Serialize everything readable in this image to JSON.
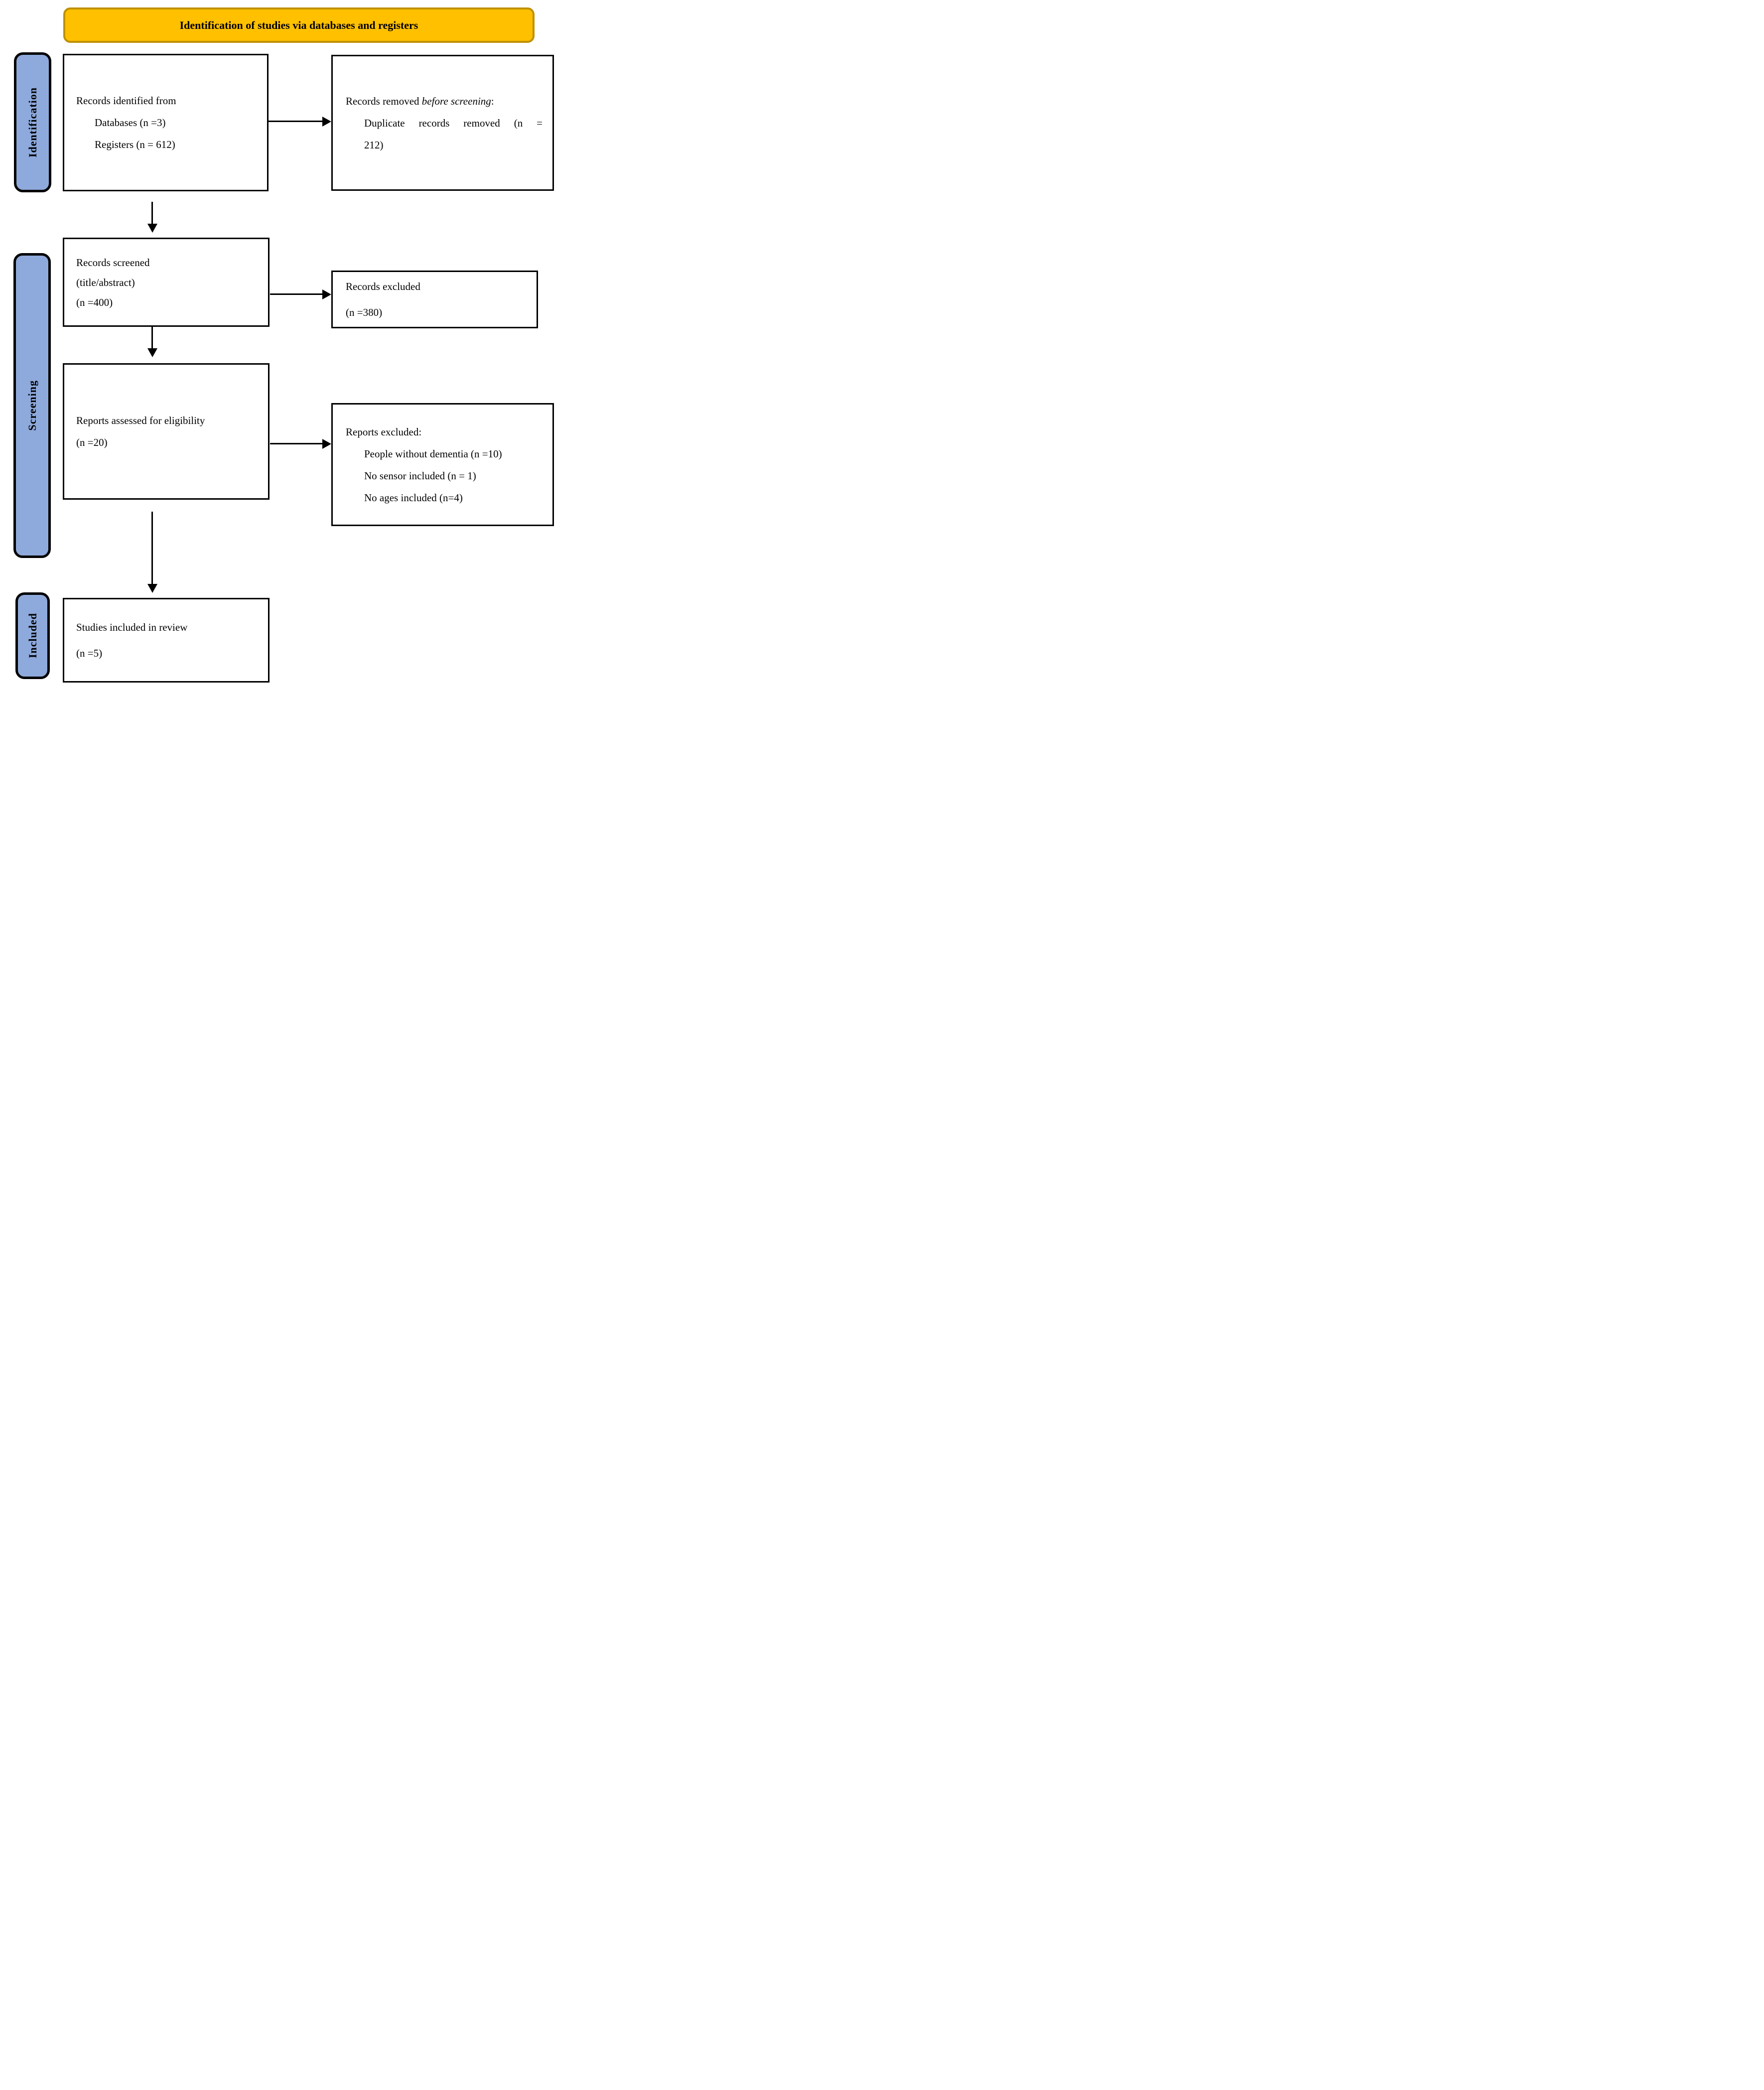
{
  "banner": {
    "title": "Identification of studies via databases and registers"
  },
  "stages": [
    {
      "label": "Identification"
    },
    {
      "label": "Screening"
    },
    {
      "label": "Included"
    }
  ],
  "boxes": {
    "identified": {
      "title": "Records identified from",
      "items": [
        "Databases (n =3)",
        "Registers (n = 612)"
      ]
    },
    "removed": {
      "prefix": "Records removed ",
      "italic": "before screening",
      "suffix": ":",
      "item_line1": "Duplicate records removed (n =",
      "item_line2": "212)"
    },
    "screened": {
      "lines": [
        "Records screened",
        "(title/abstract)",
        "(n =400)"
      ]
    },
    "records_excluded": {
      "lines": [
        "Records excluded",
        "(n =380)"
      ]
    },
    "assessed": {
      "lines": [
        "Reports assessed for eligibility",
        "(n =20)"
      ]
    },
    "reports_excluded": {
      "title": "Reports excluded:",
      "items": [
        "People without dementia (n =10)",
        "No sensor included (n = 1)",
        "No ages included (n=4)"
      ]
    },
    "included": {
      "lines": [
        "Studies included in review",
        "(n =5)"
      ]
    }
  },
  "colors": {
    "banner_fill": "#FFC000",
    "banner_border": "#BF9000",
    "stage_fill": "#8EA9DB",
    "stage_border": "#000000",
    "box_border": "#000000",
    "arrow": "#000000",
    "text": "#000000"
  }
}
